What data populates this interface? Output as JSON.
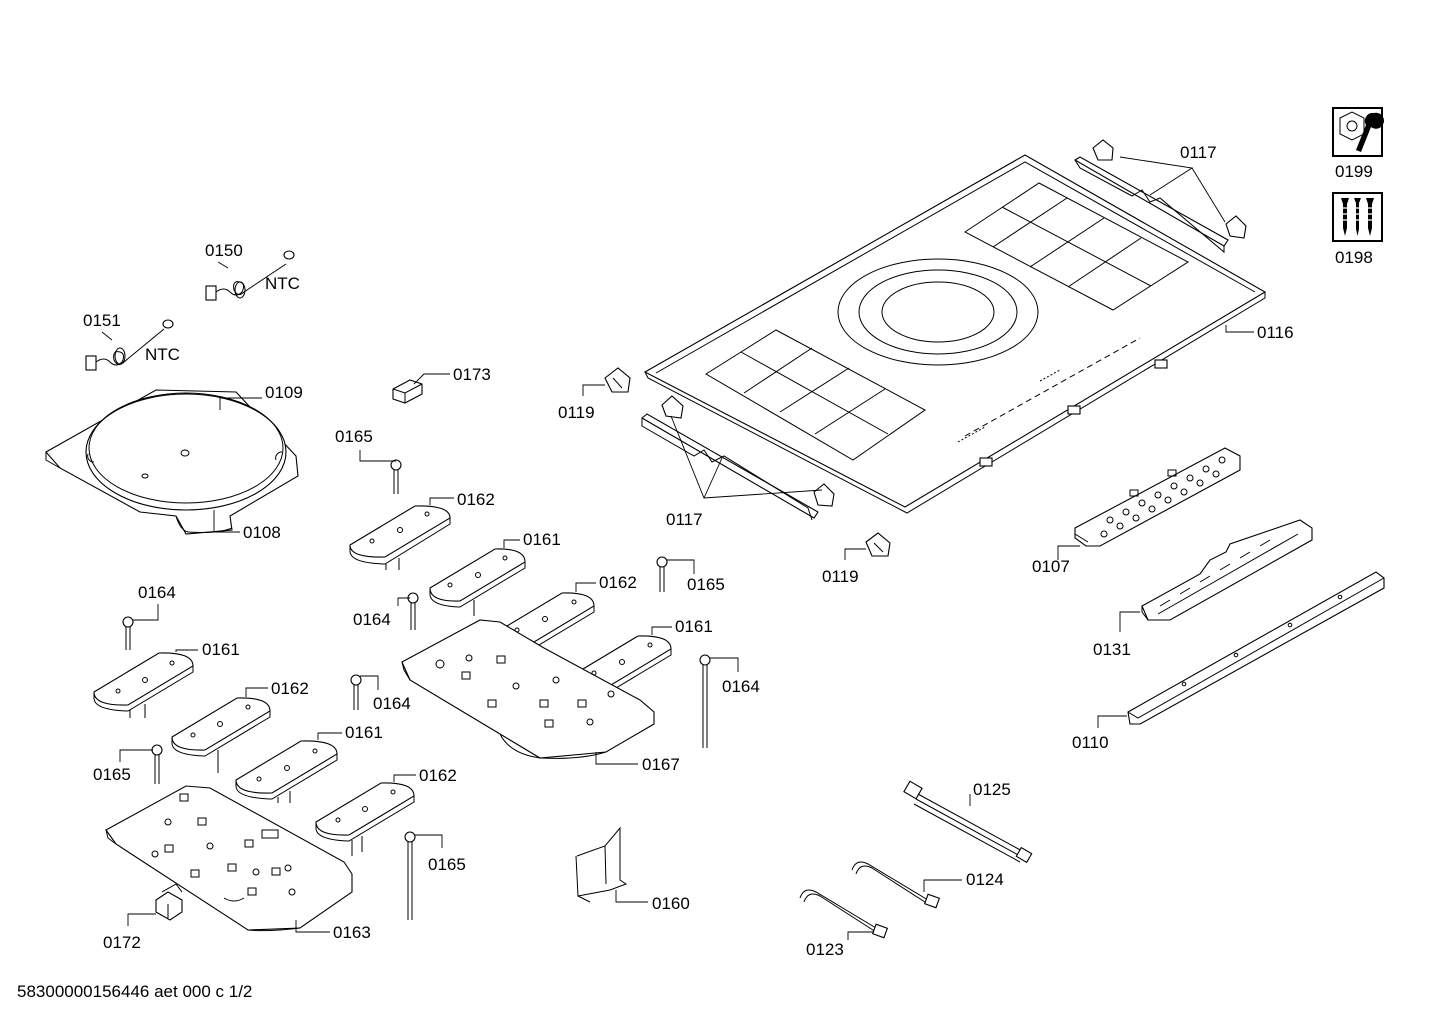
{
  "parts": {
    "p0117a": "0117",
    "p0117b": "0117",
    "p0199": "0199",
    "p0198": "0198",
    "p0150": "0150",
    "p0151": "0151",
    "ntc1": "NTC",
    "ntc2": "NTC",
    "p0116": "0116",
    "p0109": "0109",
    "p0173": "0173",
    "p0119a": "0119",
    "p0119b": "0119",
    "p0165a": "0165",
    "p0165b": "0165",
    "p0165c": "0165",
    "p0165d": "0165",
    "p0162a": "0162",
    "p0162b": "0162",
    "p0162c": "0162",
    "p0162d": "0162",
    "p0108": "0108",
    "p0161a": "0161",
    "p0161b": "0161",
    "p0161c": "0161",
    "p0161d": "0161",
    "p0107": "0107",
    "p0164a": "0164",
    "p0164b": "0164",
    "p0164c": "0164",
    "p0164d": "0164",
    "p0131": "0131",
    "p0167": "0167",
    "p0110": "0110",
    "p0125": "0125",
    "p0124": "0124",
    "p0123": "0123",
    "p0160": "0160",
    "p0163": "0163",
    "p0172": "0172"
  },
  "icons": {
    "service": "wrench-nut-icon",
    "screws": "screws-icon"
  },
  "footer": {
    "doc_id": "58300000156446 aet 000 c 1/2"
  }
}
